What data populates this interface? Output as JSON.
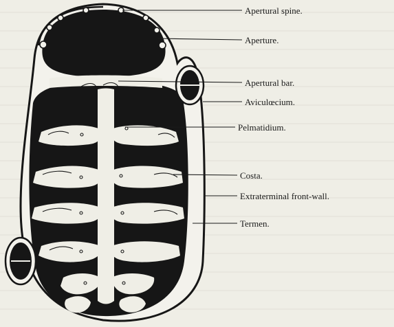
{
  "figure": {
    "labels": {
      "apertural_spine": "Apertural spine.",
      "aperture": "Aperture.",
      "apertural_bar": "Apertural bar.",
      "aviculoecium": "Aviculœcium.",
      "pelmatidium": "Pelmatidium.",
      "costa": "Costa.",
      "extraterminal_front_wall": "Extraterminal front-wall.",
      "termen": "Termen."
    }
  }
}
